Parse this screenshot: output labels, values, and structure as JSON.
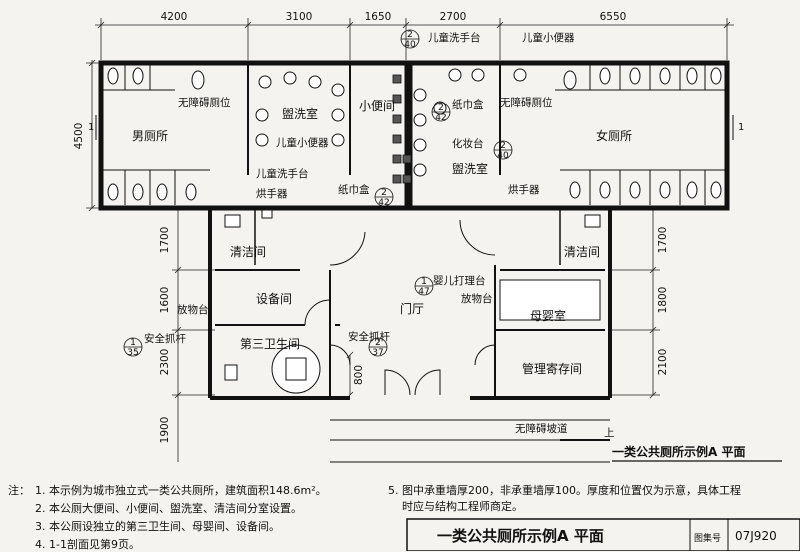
{
  "dimensions": {
    "top": [
      "4200",
      "3100",
      "1650",
      "2700",
      "6550"
    ],
    "left": [
      "4500",
      "1700",
      "1600",
      "2300",
      "1900"
    ],
    "right": [
      "1700",
      "1800",
      "2100"
    ],
    "bottom": [
      "800"
    ]
  },
  "rooms": {
    "mens": "男厕所",
    "womens": "女厕所",
    "washroom_left": "盥洗室",
    "washroom_right": "盥洗室",
    "urinal_room": "小便间",
    "equipment": "设备间",
    "lobby": "门厅",
    "third_wc": "第三卫生间",
    "mother_baby": "母婴室",
    "management": "管理寄存间",
    "cleaning_left": "清洁间",
    "cleaning_right": "清洁间"
  },
  "labels": {
    "accessible_stall_left": "无障碍厕位",
    "accessible_stall_right": "无障碍厕位",
    "child_sink_left": "儿童洗手台",
    "child_sink_right": "儿童洗手台",
    "child_urinal_left": "儿童小便器",
    "child_urinal_right": "儿童小便器",
    "dryer_left": "烘手器",
    "dryer_right": "烘手器",
    "tissue_left": "纸巾盒",
    "tissue_right": "纸巾盒",
    "vanity": "化妆台",
    "storage_left": "放物台",
    "storage_right": "放物台",
    "baby_changing": "婴儿打理台",
    "grab_bar_left": "安全抓杆",
    "grab_bar_mid": "安全抓杆",
    "ramp": "无障碍坡道",
    "up": "上"
  },
  "callouts": [
    {
      "top": "2",
      "bottom": "40"
    },
    {
      "top": "2",
      "bottom": "42"
    },
    {
      "top": "2",
      "bottom": "40"
    },
    {
      "top": "2",
      "bottom": "42"
    },
    {
      "top": "1",
      "bottom": "47"
    },
    {
      "top": "1",
      "bottom": "35"
    },
    {
      "top": "2",
      "bottom": "37"
    }
  ],
  "section_marks": [
    "1",
    "1"
  ],
  "plan_caption": "一类公共厕所示例A  平面",
  "notes": {
    "prefix": "注：",
    "items": [
      "1. 本示例为城市独立式一类公共厕所，建筑面积148.6m²。",
      "2. 本公厕大便间、小便间、盥洗室、清洁间分室设置。",
      "3. 本公厕设独立的第三卫生间、母婴间、设备间。",
      "4. 1-1剖面见第9页。",
      "5. 图中承重墙厚200，非承重墙厚100。厚度和位置仅为示意，具体工程",
      "时应与结构工程师商定。"
    ]
  },
  "title_block": {
    "title": "一类公共厕所示例A  平面",
    "atlas_label": "图集号",
    "atlas_no": "07J920"
  }
}
